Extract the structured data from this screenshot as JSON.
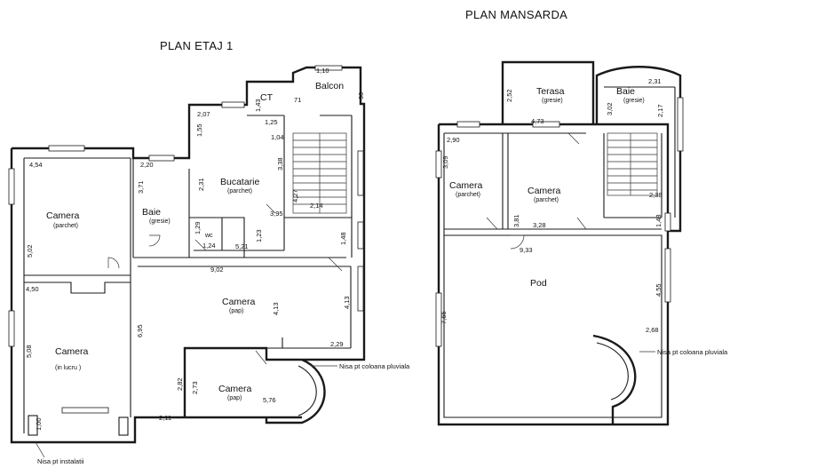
{
  "etaj": {
    "title": "PLAN ETAJ 1",
    "rooms": {
      "camera_left": {
        "name": "Camera",
        "finish": "(parchet)"
      },
      "baie": {
        "name": "Baie",
        "finish": "(gresie)"
      },
      "bucatarie": {
        "name": "Bucatarie",
        "finish": "(parchet)"
      },
      "ct": {
        "name": "CT"
      },
      "balcon": {
        "name": "Balcon"
      },
      "wc": {
        "name": "wc"
      },
      "camera_center": {
        "name": "Camera",
        "finish": "(pap)"
      },
      "camera_lucru": {
        "name": "Camera",
        "finish": "(in lucru )"
      },
      "camera_small": {
        "name": "Camera",
        "finish": "(pap)"
      }
    },
    "dims": {
      "d454": "4,54",
      "d220": "2,20",
      "d502": "5,02",
      "d371": "3,71",
      "d207": "2,07",
      "d155": "1,55",
      "d231": "2,31",
      "d143": "1,43",
      "d71": "71",
      "d125": "1,25",
      "d110": "1,10",
      "d90": "90",
      "d104": "1,04",
      "d338": "3,38",
      "d427": "4,27",
      "d214": "2,14",
      "d395": "3,95",
      "d129": "1,29",
      "d124": "1,24",
      "d521": "5,21",
      "d123": "1,23",
      "d148": "1,48",
      "d902": "9,02",
      "d450": "4,50",
      "d413": "4,13",
      "d413b": "4,13",
      "d508": "5,08",
      "d695": "6,95",
      "d229": "2,29",
      "d282": "2,82",
      "d273": "2,73",
      "d576": "5,76",
      "d211": "2,11",
      "d100": "1,00"
    },
    "notes": {
      "nisa_coloana": "Nisa pt coloana pluviala",
      "nisa_instalatii": "Nisa pt instalatii"
    }
  },
  "mansarda": {
    "title": "PLAN MANSARDA",
    "rooms": {
      "terasa": {
        "name": "Terasa",
        "finish": "(gresie)"
      },
      "baie": {
        "name": "Baie",
        "finish": "(gresie)"
      },
      "camera_left": {
        "name": "Camera",
        "finish": "(parchet)"
      },
      "camera_right": {
        "name": "Camera",
        "finish": "(parchet)"
      },
      "pod": {
        "name": "Pod"
      }
    },
    "dims": {
      "d252": "2,52",
      "d473": "4,73",
      "d231": "2,31",
      "d302": "3,02",
      "d217": "2,17",
      "d290": "2,90",
      "d309": "3,09",
      "d238": "2,38",
      "d381": "3,81",
      "d328": "3,28",
      "d148": "1,48",
      "d933": "9,33",
      "d455": "4,55",
      "d765": "7,65",
      "d268": "2,68"
    },
    "notes": {
      "nisa_coloana": "Nisa pt coloana pluviala"
    }
  }
}
